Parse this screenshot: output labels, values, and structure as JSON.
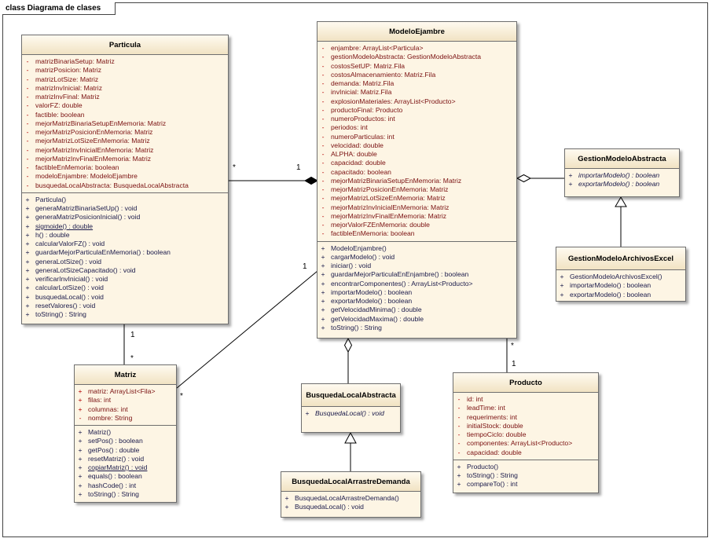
{
  "frame_title": "class Diagrama de clases",
  "classes": {
    "particula": {
      "name": "Particula",
      "attributes": [
        {
          "v": "-",
          "t": "matrizBinariaSetup:  Matriz"
        },
        {
          "v": "-",
          "t": "matrizPosicion:  Matriz"
        },
        {
          "v": "-",
          "t": "matrizLotSize:  Matriz"
        },
        {
          "v": "-",
          "t": "matrizInvInicial:  Matriz"
        },
        {
          "v": "-",
          "t": "matrizInvFinal:  Matriz"
        },
        {
          "v": "-",
          "t": "valorFZ:  double"
        },
        {
          "v": "-",
          "t": "factible:  boolean"
        },
        {
          "v": "-",
          "t": "mejorMatrizBinariaSetupEnMemoria:  Matriz"
        },
        {
          "v": "-",
          "t": "mejorMatrizPosicionEnMemoria:  Matriz"
        },
        {
          "v": "-",
          "t": "mejorMatrizLotSizeEnMemoria:  Matriz"
        },
        {
          "v": "-",
          "t": "mejorMatrizInvInicialEnMemoria:  Matriz"
        },
        {
          "v": "-",
          "t": " mejorMatrizInvFinalEnMemoria:  Matriz"
        },
        {
          "v": "-",
          "t": "factibleEnMemoria:  boolean"
        },
        {
          "v": "-",
          "t": "modeloEnjambre:  ModeloEjambre"
        },
        {
          "v": "-",
          "t": "busquedaLocalAbstracta:  BusquedaLocalAbstracta"
        }
      ],
      "operations": [
        {
          "v": "+",
          "t": "Particula()"
        },
        {
          "v": "+",
          "t": "generaMatrizBinariaSetUp() : void"
        },
        {
          "v": "+",
          "t": "generaMatrizPosicionInicial() : void"
        },
        {
          "v": "+",
          "t": "sigmoide() : double",
          "u": true
        },
        {
          "v": "+",
          "t": "h() : double"
        },
        {
          "v": "+",
          "t": "calcularValorFZ() : void"
        },
        {
          "v": "+",
          "t": "guardarMejorParticulaEnMemoria() : boolean"
        },
        {
          "v": "+",
          "t": "generaLotSize() : void"
        },
        {
          "v": "+",
          "t": "generaLotSizeCapacitado() : void"
        },
        {
          "v": "+",
          "t": "verificarInvInicial() : void"
        },
        {
          "v": "+",
          "t": "calcularLotSize() : void"
        },
        {
          "v": "+",
          "t": "busquedaLocal() : void"
        },
        {
          "v": "+",
          "t": "resetValores() : void"
        },
        {
          "v": "+",
          "t": "toString() : String"
        }
      ]
    },
    "modelo": {
      "name": "ModeloEjambre",
      "attributes": [
        {
          "v": "-",
          "t": "enjambre:  ArrayList<Particula>"
        },
        {
          "v": "-",
          "t": "gestionModeloAbstracta:  GestionModeloAbstracta"
        },
        {
          "v": "-",
          "t": "costosSetUP:  Matriz.Fila"
        },
        {
          "v": "-",
          "t": "costosAlmacenamiento:  Matriz.Fila"
        },
        {
          "v": "-",
          "t": "demanda:  Matriz.Fila"
        },
        {
          "v": "-",
          "t": "invInicial:  Matriz.Fila"
        },
        {
          "v": "-",
          "t": "explosionMateriales:  ArrayList<Producto>"
        },
        {
          "v": "-",
          "t": "productoFinal:  Producto"
        },
        {
          "v": "-",
          "t": "numeroProductos:  int"
        },
        {
          "v": "-",
          "t": "periodos:  int"
        },
        {
          "v": "-",
          "t": "numeroParticulas:  int"
        },
        {
          "v": "-",
          "t": "velocidad:  double"
        },
        {
          "v": "-",
          "t": "ALPHA:  double"
        },
        {
          "v": "-",
          "t": "capacidad:  double"
        },
        {
          "v": "-",
          "t": "capacitado:  boolean"
        },
        {
          "v": "-",
          "t": "mejorMatrizBinariaSetupEnMemoria:  Matriz"
        },
        {
          "v": "-",
          "t": "mejorMatrizPosicionEnMemoria:  Matriz"
        },
        {
          "v": "-",
          "t": "mejorMatrizLotSizeEnMemoria:  Matriz"
        },
        {
          "v": "-",
          "t": "mejorMatrizInvInicialEnMemoria:  Matriz"
        },
        {
          "v": "-",
          "t": "mejorMatrizInvFinalEnMemoria:  Matriz"
        },
        {
          "v": "-",
          "t": "mejorValorFZEnMemoria:  double"
        },
        {
          "v": "-",
          "t": "factibleEnMemoria:  boolean"
        }
      ],
      "operations": [
        {
          "v": "+",
          "t": "ModeloEnjambre()"
        },
        {
          "v": "+",
          "t": "cargarModelo() : void"
        },
        {
          "v": "+",
          "t": "iniciar() : void"
        },
        {
          "v": "+",
          "t": "guardarMejorParticulaEnEnjambre() : boolean"
        },
        {
          "v": "+",
          "t": "encontrarComponentes() : ArrayList<Producto>"
        },
        {
          "v": "+",
          "t": "importarModelo() : boolean"
        },
        {
          "v": "+",
          "t": "exportarModelo() : boolean"
        },
        {
          "v": "+",
          "t": "getVelocidadMinima() : double"
        },
        {
          "v": "+",
          "t": "getVelocidadMaxima() : double"
        },
        {
          "v": "+",
          "t": "toString() : String"
        }
      ]
    },
    "gestionAbs": {
      "name": "GestionModeloAbstracta",
      "operations": [
        {
          "v": "+",
          "t": "importarModelo() : boolean",
          "i": true
        },
        {
          "v": "+",
          "t": "exportarModelo() : boolean",
          "i": true
        }
      ]
    },
    "gestionExcel": {
      "name": "GestionModeloArchivosExcel",
      "operations": [
        {
          "v": "+",
          "t": "GestionModeloArchivosExcel()"
        },
        {
          "v": "+",
          "t": "importarModelo() : boolean"
        },
        {
          "v": "+",
          "t": "exportarModelo() : boolean"
        }
      ]
    },
    "matriz": {
      "name": "Matriz",
      "attributes": [
        {
          "v": "+",
          "t": "matriz:  ArrayList<Fila>"
        },
        {
          "v": "+",
          "t": "filas:  int"
        },
        {
          "v": "+",
          "t": "columnas:  int"
        },
        {
          "v": "-",
          "t": "nombre:  String"
        }
      ],
      "operations": [
        {
          "v": "+",
          "t": "Matriz()"
        },
        {
          "v": "+",
          "t": "setPos() : boolean"
        },
        {
          "v": "+",
          "t": "getPos() : double"
        },
        {
          "v": "+",
          "t": "resetMatriz() : void"
        },
        {
          "v": "+",
          "t": "copiarMatriz() : void",
          "u": true
        },
        {
          "v": "+",
          "t": "equals() : boolean"
        },
        {
          "v": "+",
          "t": "hashCode() : int"
        },
        {
          "v": "+",
          "t": "toString() : String"
        }
      ]
    },
    "busquedaAbs": {
      "name": "BusquedaLocalAbstracta",
      "operations": [
        {
          "v": "+",
          "t": "BusquedaLocal() : void",
          "i": true
        }
      ]
    },
    "busquedaArr": {
      "name": "BusquedaLocalArrastreDemanda",
      "operations": [
        {
          "v": "+",
          "t": "BusquedaLocalArrastreDemanda()"
        },
        {
          "v": "+",
          "t": "BusquedaLocal() : void"
        }
      ]
    },
    "producto": {
      "name": "Producto",
      "attributes": [
        {
          "v": "-",
          "t": "id:  int"
        },
        {
          "v": "-",
          "t": "leadTime:  int"
        },
        {
          "v": "-",
          "t": "requeriments:  int"
        },
        {
          "v": "-",
          "t": "initialStock:  double"
        },
        {
          "v": "-",
          "t": "tiempoCiclo:  double"
        },
        {
          "v": "-",
          "t": "componentes:  ArrayList<Producto>"
        },
        {
          "v": "-",
          "t": "capacidad:  double"
        }
      ],
      "operations": [
        {
          "v": "+",
          "t": "Producto()"
        },
        {
          "v": "+",
          "t": "toString() : String"
        },
        {
          "v": "+",
          "t": "compareTo() : int"
        }
      ]
    }
  },
  "multiplicities": {
    "part_model_star": "*",
    "part_model_one": "1",
    "model_matriz_one": "1",
    "model_matriz_star": "*",
    "part_matriz_one": "1",
    "part_matriz_star": "*",
    "model_prod_star": "*",
    "model_prod_one": "1"
  },
  "colors": {
    "class_fill": "#fdf5e4",
    "attribute_text": "#7a1010",
    "visibility_marker": "#b30000"
  }
}
